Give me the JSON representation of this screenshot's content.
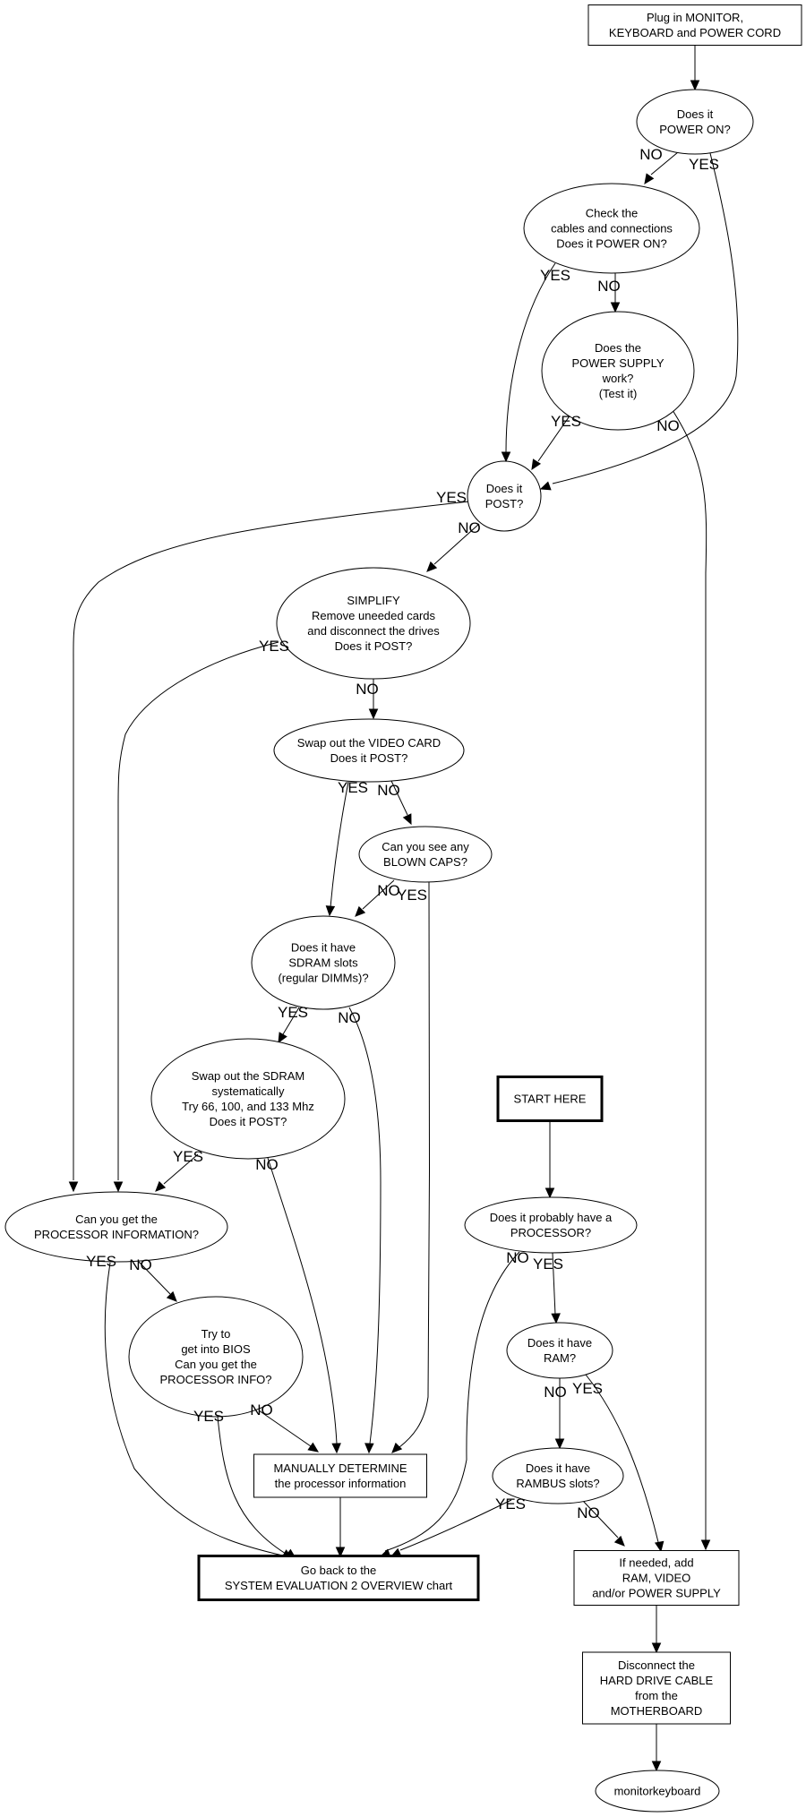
{
  "title": "System evaluation flowchart",
  "nodes": [
    {
      "id": "plug",
      "shape": "box",
      "lines": [
        "Plug in MONITOR,",
        "KEYBOARD and POWER CORD"
      ]
    },
    {
      "id": "power_on",
      "shape": "ellipse",
      "lines": [
        "Does it",
        "POWER ON?"
      ]
    },
    {
      "id": "check_cables",
      "shape": "ellipse",
      "lines": [
        "Check the",
        "cables and connections",
        "Does it POWER ON?"
      ]
    },
    {
      "id": "power_supply",
      "shape": "ellipse",
      "lines": [
        "Does the",
        "POWER SUPPLY",
        "work?",
        "(Test it)"
      ]
    },
    {
      "id": "post",
      "shape": "ellipse",
      "lines": [
        "Does it",
        "POST?"
      ]
    },
    {
      "id": "simplify",
      "shape": "ellipse",
      "lines": [
        "SIMPLIFY",
        "Remove uneeded cards",
        "and disconnect the drives",
        "Does it POST?"
      ]
    },
    {
      "id": "video_card",
      "shape": "ellipse",
      "lines": [
        "Swap out the VIDEO CARD",
        "Does it POST?"
      ]
    },
    {
      "id": "blown_caps",
      "shape": "ellipse",
      "lines": [
        "Can you see any",
        "BLOWN CAPS?"
      ]
    },
    {
      "id": "sdram_slots",
      "shape": "ellipse",
      "lines": [
        "Does it have",
        "SDRAM slots",
        "(regular DIMMs)?"
      ]
    },
    {
      "id": "swap_sdram",
      "shape": "ellipse",
      "lines": [
        "Swap out the SDRAM",
        "systematically",
        "Try 66, 100, and 133 Mhz",
        "Does it POST?"
      ]
    },
    {
      "id": "processor_info",
      "shape": "ellipse",
      "lines": [
        "Can you get the",
        "PROCESSOR INFORMATION?"
      ]
    },
    {
      "id": "bios",
      "shape": "ellipse",
      "lines": [
        "Try to",
        "get into BIOS",
        "Can you get the",
        "PROCESSOR INFO?"
      ]
    },
    {
      "id": "manual",
      "shape": "box",
      "lines": [
        "MANUALLY DETERMINE",
        "the processor information"
      ]
    },
    {
      "id": "go_back",
      "shape": "box-bold",
      "lines": [
        "Go back to the",
        "SYSTEM EVALUATION 2 OVERVIEW chart"
      ]
    },
    {
      "id": "start",
      "shape": "box-bold",
      "lines": [
        "START HERE"
      ]
    },
    {
      "id": "has_processor",
      "shape": "ellipse",
      "lines": [
        "Does it probably have a",
        "PROCESSOR?"
      ]
    },
    {
      "id": "has_ram",
      "shape": "ellipse",
      "lines": [
        "Does it have",
        "RAM?"
      ]
    },
    {
      "id": "rambus",
      "shape": "ellipse",
      "lines": [
        "Does it have",
        "RAMBUS slots?"
      ]
    },
    {
      "id": "add_parts",
      "shape": "box",
      "lines": [
        "If needed, add",
        "RAM, VIDEO",
        "and/or POWER SUPPLY"
      ]
    },
    {
      "id": "disconnect_hd",
      "shape": "box",
      "lines": [
        "Disconnect the",
        "HARD DRIVE CABLE",
        "from the",
        "MOTHERBOARD"
      ]
    },
    {
      "id": "monitorkeyboard",
      "shape": "ellipse",
      "lines": [
        "monitorkeyboard"
      ]
    }
  ],
  "edges": [
    {
      "from": "plug",
      "to": "power_on",
      "label": ""
    },
    {
      "from": "power_on",
      "to": "check_cables",
      "label": "NO"
    },
    {
      "from": "power_on",
      "to": "post",
      "label": "YES"
    },
    {
      "from": "check_cables",
      "to": "post",
      "label": "YES"
    },
    {
      "from": "check_cables",
      "to": "power_supply",
      "label": "NO"
    },
    {
      "from": "power_supply",
      "to": "post",
      "label": "YES"
    },
    {
      "from": "power_supply",
      "to": "add_parts",
      "label": "NO"
    },
    {
      "from": "post",
      "to": "processor_info",
      "label": "YES"
    },
    {
      "from": "post",
      "to": "simplify",
      "label": "NO"
    },
    {
      "from": "simplify",
      "to": "processor_info",
      "label": "YES"
    },
    {
      "from": "simplify",
      "to": "video_card",
      "label": "NO"
    },
    {
      "from": "video_card",
      "to": "sdram_slots",
      "label": "YES"
    },
    {
      "from": "video_card",
      "to": "blown_caps",
      "label": "NO"
    },
    {
      "from": "blown_caps",
      "to": "sdram_slots",
      "label": "NO"
    },
    {
      "from": "blown_caps",
      "to": "manual",
      "label": "YES"
    },
    {
      "from": "sdram_slots",
      "to": "swap_sdram",
      "label": "YES"
    },
    {
      "from": "sdram_slots",
      "to": "manual",
      "label": "NO"
    },
    {
      "from": "swap_sdram",
      "to": "processor_info",
      "label": "YES"
    },
    {
      "from": "swap_sdram",
      "to": "manual",
      "label": "NO"
    },
    {
      "from": "processor_info",
      "to": "go_back",
      "label": "YES"
    },
    {
      "from": "processor_info",
      "to": "bios",
      "label": "NO"
    },
    {
      "from": "bios",
      "to": "go_back",
      "label": "YES"
    },
    {
      "from": "bios",
      "to": "manual",
      "label": "NO"
    },
    {
      "from": "manual",
      "to": "go_back",
      "label": ""
    },
    {
      "from": "start",
      "to": "has_processor",
      "label": ""
    },
    {
      "from": "has_processor",
      "to": "go_back",
      "label": "NO"
    },
    {
      "from": "has_processor",
      "to": "has_ram",
      "label": "YES"
    },
    {
      "from": "has_ram",
      "to": "rambus",
      "label": "NO"
    },
    {
      "from": "has_ram",
      "to": "add_parts",
      "label": "YES"
    },
    {
      "from": "rambus",
      "to": "go_back",
      "label": "YES"
    },
    {
      "from": "rambus",
      "to": "add_parts",
      "label": "NO"
    },
    {
      "from": "add_parts",
      "to": "disconnect_hd",
      "label": ""
    },
    {
      "from": "disconnect_hd",
      "to": "monitorkeyboard",
      "label": ""
    }
  ]
}
